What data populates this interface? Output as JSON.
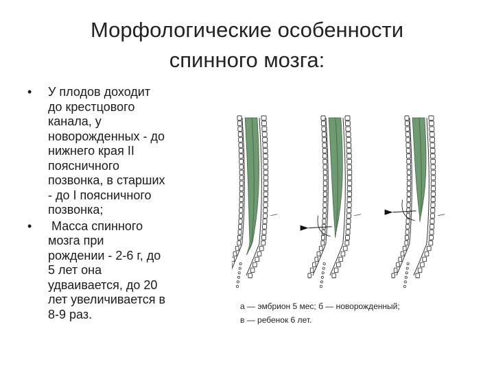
{
  "slide": {
    "title_line1": "Морфологические особенности",
    "title_line2": "спинного мозга:",
    "bullets": [
      {
        "marker": "•",
        "lines": [
          "У плодов доходит",
          "до крестцового",
          "канала, у",
          "новорожденных - до",
          "нижнего края II",
          "поясничного",
          "позвонка, в старших",
          "- до I поясничного",
          "позвонка;"
        ]
      },
      {
        "marker": "•",
        "lines": [
          " Масса спинного",
          "мозга при",
          "рождении - 2-6 г, до",
          "5 лет она",
          "удваивается, до 20",
          "лет увеличивается в",
          "8-9 раз."
        ]
      }
    ],
    "figure": {
      "cord_color": "#6f9a72",
      "cord_dark": "#4d7551",
      "outline_color": "#333333",
      "caption_line1": "а — эмбрион 5 мес; б — новорожденный;",
      "caption_line2": "в — ребенок 6 лет."
    }
  }
}
